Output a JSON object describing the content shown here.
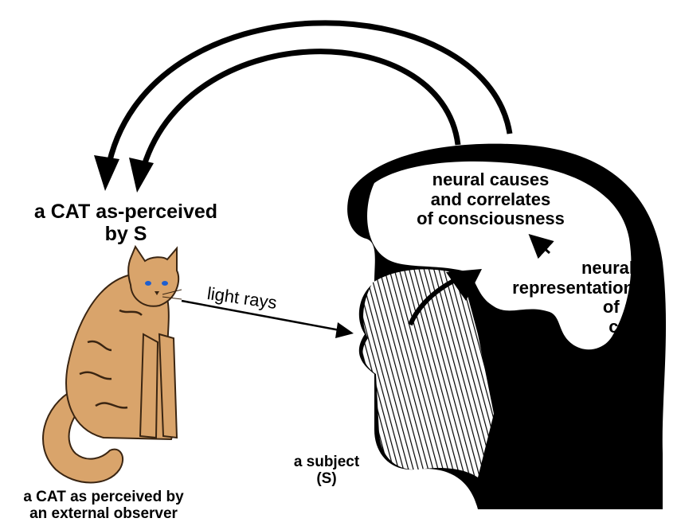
{
  "labels": {
    "cat_as_perceived_by_s_line1": "a CAT as-perceived",
    "cat_as_perceived_by_s_line2": "by S",
    "neural_causes_line1": "neural causes",
    "neural_causes_line2": "and correlates",
    "neural_causes_line3": "of consciousness",
    "neural_rep_line1": "neural",
    "neural_rep_line2": "representation",
    "neural_rep_line3": "of a",
    "neural_rep_line4": "cat",
    "light_rays": "light rays",
    "subject_line1": "a subject",
    "subject_line2": "(S)",
    "external_line1": "a CAT as perceived by",
    "external_line2": "an external observer"
  },
  "icons": [
    "cat-illustration",
    "head-silhouette",
    "brain-outline",
    "curved-arrow",
    "light-ray-arrow"
  ],
  "colors": {
    "ink": "#000000",
    "cat_fur": "#d9a46b",
    "cat_eye": "#1f5fd0",
    "paper": "#ffffff"
  }
}
